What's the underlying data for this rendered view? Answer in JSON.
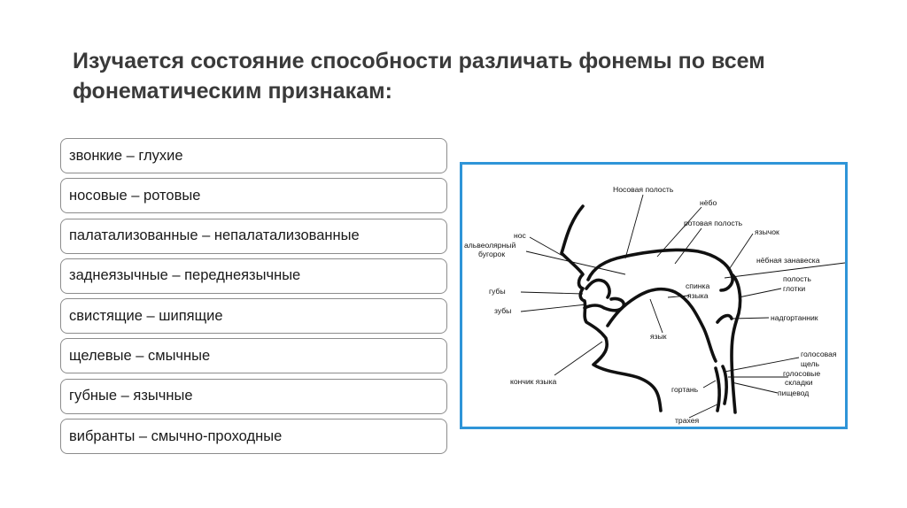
{
  "title": {
    "line1": "Изучается состояние способности различать фонемы по всем",
    "line2": "фонематическим признакам:"
  },
  "pairs": [
    "звонкие – глухие",
    "носовые – ротовые",
    "палатализованные – непалатализованные",
    "заднеязычные – переднеязычные",
    "свистящие – шипящие",
    "щелевые – смычные",
    "губные – язычные",
    "вибранты – смычно-проходные"
  ],
  "diagram": {
    "border_color": "#2f95d8",
    "labels": {
      "nasal_cavity": "Носовая полость",
      "palate": "нёбо",
      "oral_cavity": "ротовая полость",
      "uvula": "язычок",
      "nose": "нос",
      "alveolar_1": "альвеолярный",
      "alveolar_2": "бугорок",
      "soft_palate": "нёбная занавеска",
      "pharynx_1": "полость",
      "pharynx_2": "глотки",
      "lips": "губы",
      "tongue_back_1": "спинка",
      "tongue_back_2": "языка",
      "teeth": "зубы",
      "epiglottis": "надгортанник",
      "tongue": "язык",
      "glottis_1": "голосовая",
      "glottis_2": "щель",
      "vocal_folds_1": "голосовые",
      "vocal_folds_2": "складки",
      "tongue_tip": "кончик языка",
      "larynx": "гортань",
      "esophagus": "пищевод",
      "trachea": "трахея"
    }
  }
}
